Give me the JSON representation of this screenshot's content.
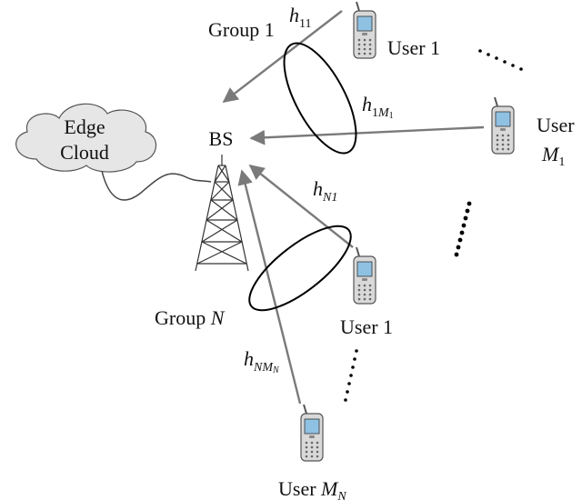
{
  "diagram": {
    "base_station": {
      "label": "BS"
    },
    "edge_cloud": {
      "line1": "Edge",
      "line2": "Cloud"
    },
    "groups": [
      {
        "label": "Group 1"
      },
      {
        "label_prefix": "Group ",
        "label_var": "N"
      }
    ],
    "channels": {
      "h11": {
        "base": "h",
        "sub": "11"
      },
      "h1M1": {
        "base": "h",
        "sub": "1",
        "sub_var": "M",
        "subsub": "1"
      },
      "hN1": {
        "base": "h",
        "sub": "N1"
      },
      "hNMN": {
        "base": "h",
        "sub": "NM",
        "subsub": "N"
      }
    },
    "users": {
      "g1_first": {
        "label": "User 1"
      },
      "g1_last": {
        "line1": "User",
        "var": "M",
        "sub": "1"
      },
      "gN_first": {
        "label": "User 1"
      },
      "gN_last": {
        "prefix": "User ",
        "var": "M",
        "sub": "N"
      }
    },
    "colors": {
      "arrow": "#7a7a7a",
      "ellipse": "#000000",
      "phone_body": "#d9d9d9",
      "phone_screen": "#8fc1e3",
      "cloud_fill": "#e6e6e6",
      "dots": "#000000"
    },
    "icons": [
      "cloud-icon",
      "tower-icon",
      "phone-icon"
    ]
  }
}
